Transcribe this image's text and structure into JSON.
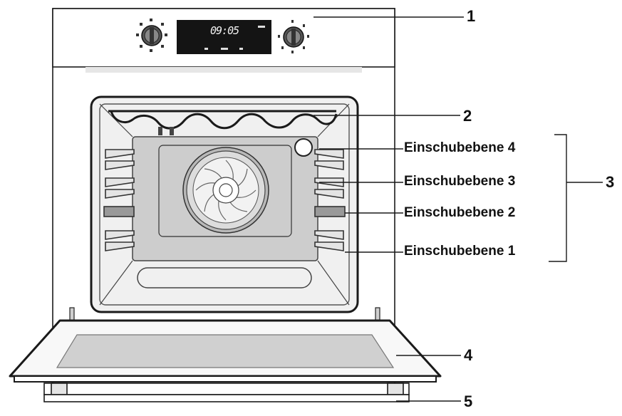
{
  "display": {
    "time": "09:05"
  },
  "callouts": {
    "c1": "1",
    "c2": "2",
    "c3": "3",
    "c4": "4",
    "c5": "5"
  },
  "levels": {
    "l4": "Einschubebene 4",
    "l3": "Einschubebene 3",
    "l2": "Einschubebene 2",
    "l1": "Einschubebene 1"
  },
  "colors": {
    "line": "#1a1a1a",
    "panel_display": "#141414",
    "back_wall": "#cdcdcd",
    "glass": "#d0d0d0",
    "cavity": "#f0f0f0"
  }
}
